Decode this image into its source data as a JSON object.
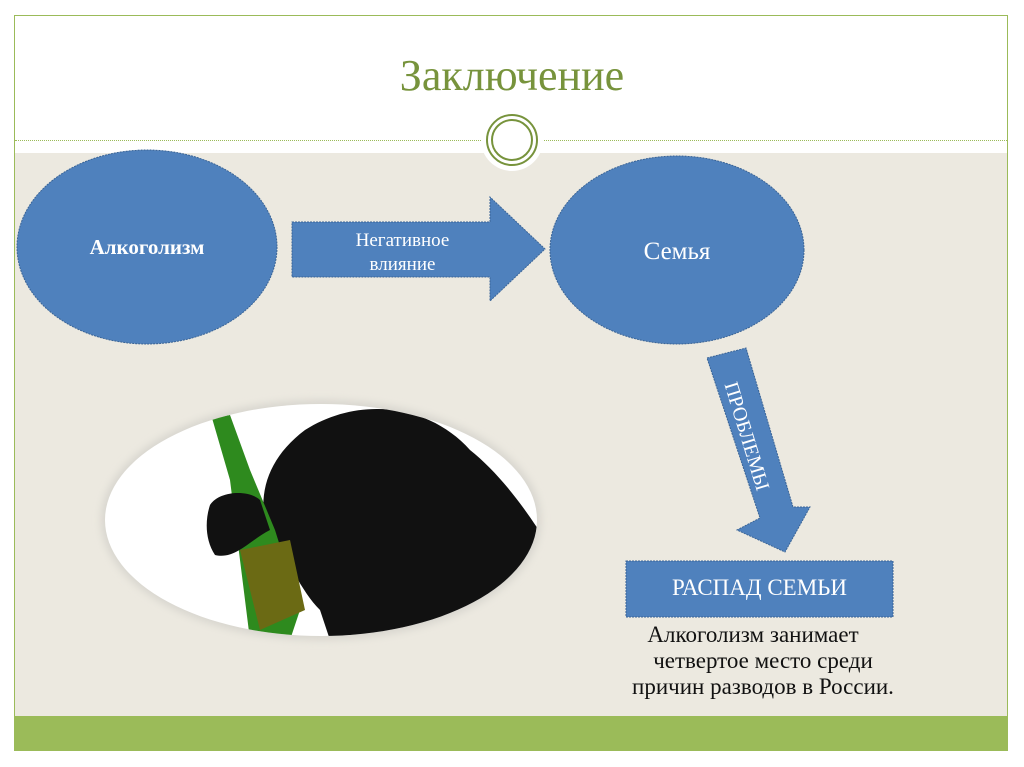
{
  "slide": {
    "title": "Заключение",
    "node_left": "Алкоголизм",
    "arrow_right_label_1": "Негативное",
    "arrow_right_label_2": "влияние",
    "node_right": "Семья",
    "arrow_down_label": "ПРОБЛЕМЫ",
    "result_box": "РАСПАД СЕМЬИ",
    "note_lines": [
      "Алкоголизм занимает",
      "четвертое место среди",
      "причин разводов в России."
    ]
  },
  "colors": {
    "accent_green": "#9BBB59",
    "title_green": "#77933C",
    "shape_blue": "#4F81BD",
    "background": "#ECE9E0"
  }
}
